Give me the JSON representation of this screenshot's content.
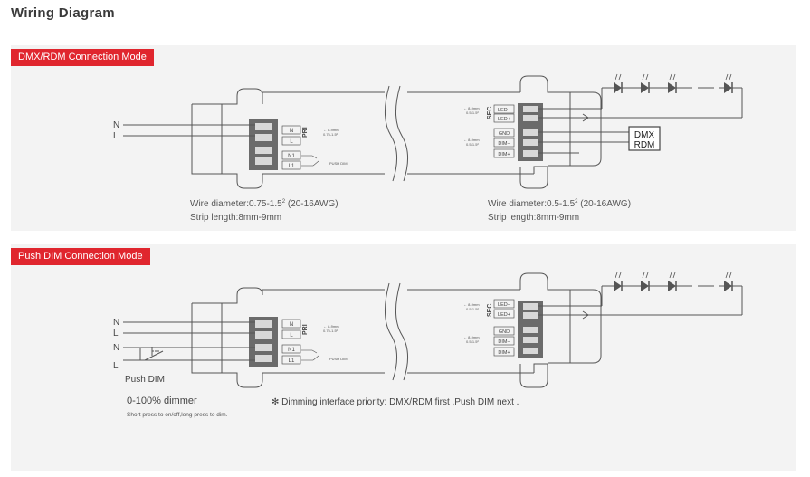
{
  "page_title": "Wiring Diagram",
  "sections": {
    "dmx": {
      "heading": "DMX/RDM Connection Mode",
      "pri_label": "PRI",
      "sec_label": "SEC",
      "input_lines": [
        "N",
        "L"
      ],
      "pri_terminals": [
        "N",
        "L",
        "N1",
        "L1"
      ],
      "sec_terminals": [
        "LED−",
        "LED+",
        "GND",
        "DIM−",
        "DIM+"
      ],
      "pri_wire_note": [
        "← 8-9mm",
        "0.75-1.5²"
      ],
      "sec_wire_note": [
        "← 8-9mm",
        "0.5-1.5²"
      ],
      "push_dim_small": "PUSH DIM",
      "dmx_box": [
        "DMX",
        "RDM"
      ],
      "wire_left": [
        "Wire diameter:0.75-1.5",
        "(20-16AWG)",
        "Strip length:8mm-9mm"
      ],
      "wire_right": [
        "Wire diameter:0.5-1.5",
        "(20-16AWG)",
        "Strip length:8mm-9mm"
      ]
    },
    "push": {
      "heading": "Push DIM Connection Mode",
      "pri_label": "PRI",
      "sec_label": "SEC",
      "input_lines": [
        "N",
        "L",
        "N",
        "L"
      ],
      "pri_terminals": [
        "N",
        "L",
        "N1",
        "L1"
      ],
      "sec_terminals": [
        "LED−",
        "LED+",
        "GND",
        "DIM−",
        "DIM+"
      ],
      "push_dim_label": "Push DIM",
      "dimmer_title": "0-100% dimmer",
      "dimmer_note": "Short press to on/off,long press to dim.",
      "priority_note": "✻ Dimming interface priority: DMX/RDM first ,Push DIM next ."
    }
  },
  "colors": {
    "accent": "#e0262e",
    "line": "#555555",
    "panel": "#f3f3f3"
  }
}
